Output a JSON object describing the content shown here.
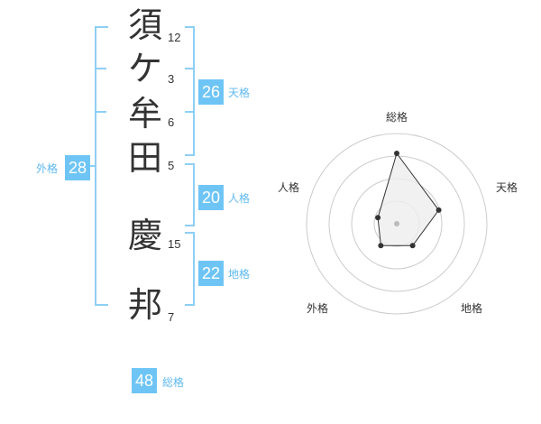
{
  "name_chars": [
    {
      "char": "須",
      "strokes": "12"
    },
    {
      "char": "ケ",
      "strokes": "3"
    },
    {
      "char": "牟",
      "strokes": "6"
    },
    {
      "char": "田",
      "strokes": "5"
    },
    {
      "char": "慶",
      "strokes": "15"
    },
    {
      "char": "邦",
      "strokes": "7"
    }
  ],
  "fortunes": {
    "tenkaku": {
      "value": "26",
      "label": "天格"
    },
    "jinkaku": {
      "value": "20",
      "label": "人格"
    },
    "chikaku": {
      "value": "22",
      "label": "地格"
    },
    "gaikaku": {
      "value": "28",
      "label": "外格"
    },
    "soukaku": {
      "value": "48",
      "label": "総格"
    }
  },
  "radar": {
    "axes": [
      "総格",
      "天格",
      "地格",
      "外格",
      "人格"
    ],
    "values": [
      0.78,
      0.49,
      0.3,
      0.3,
      0.22
    ],
    "colors": {
      "ring": "#cccccc",
      "fill": "#eeeeee",
      "line": "#333333",
      "center": "#bbbbbb"
    }
  },
  "colors": {
    "accent": "#6ec5f5",
    "bracket": "#8dcff5"
  }
}
